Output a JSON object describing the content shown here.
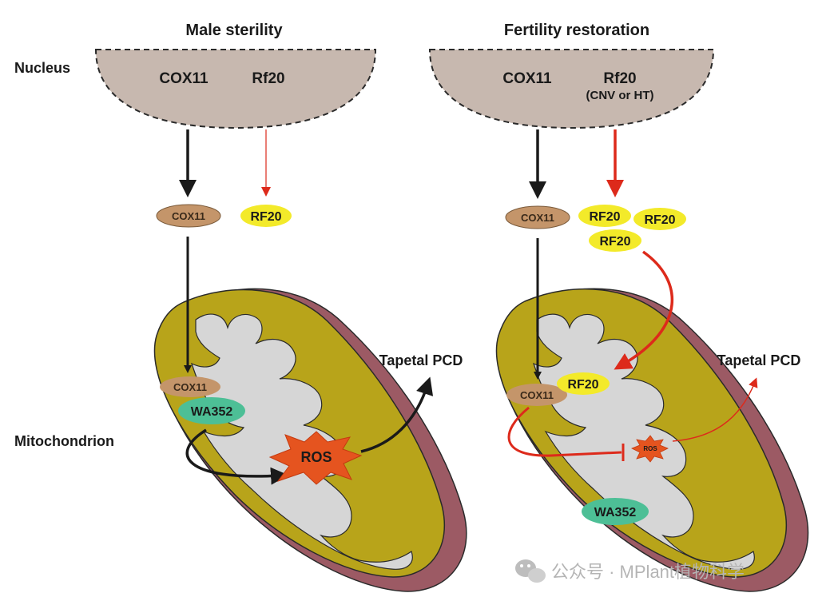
{
  "panels": {
    "left": {
      "title": "Male sterility",
      "nucleus_genes": [
        "COX11",
        "Rf20"
      ],
      "proteins": {
        "cox": "COX11",
        "rf": "RF20"
      },
      "mito": {
        "cox": "COX11",
        "wa": "WA352",
        "ros": "ROS",
        "pcd": "Tapetal PCD"
      }
    },
    "right": {
      "title": "Fertility restoration",
      "nucleus_genes": [
        "COX11",
        "Rf20"
      ],
      "nucleus_note": "(CNV or HT)",
      "proteins": {
        "cox": "COX11",
        "rf": [
          "RF20",
          "RF20",
          "RF20"
        ]
      },
      "mito": {
        "cox": "COX11",
        "rf": "RF20",
        "wa": "WA352",
        "ros": "ROS",
        "pcd": "Tapetal PCD"
      }
    }
  },
  "side_labels": {
    "nucleus": "Nucleus",
    "mitochondrion": "Mitochondrion"
  },
  "watermark": "公众号 · MPlant植物科学",
  "colors": {
    "nucleus": "#c7b8af",
    "mito_outer": "#b8a41a",
    "mito_rim": "#9c5a64",
    "mito_inner": "#d6d6d6",
    "cox_fill": "#c4956a",
    "rf_fill": "#f3ea2a",
    "wa_fill": "#4dbf96",
    "ros_fill": "#e5541f",
    "red_arrow": "#dd2a1b"
  }
}
